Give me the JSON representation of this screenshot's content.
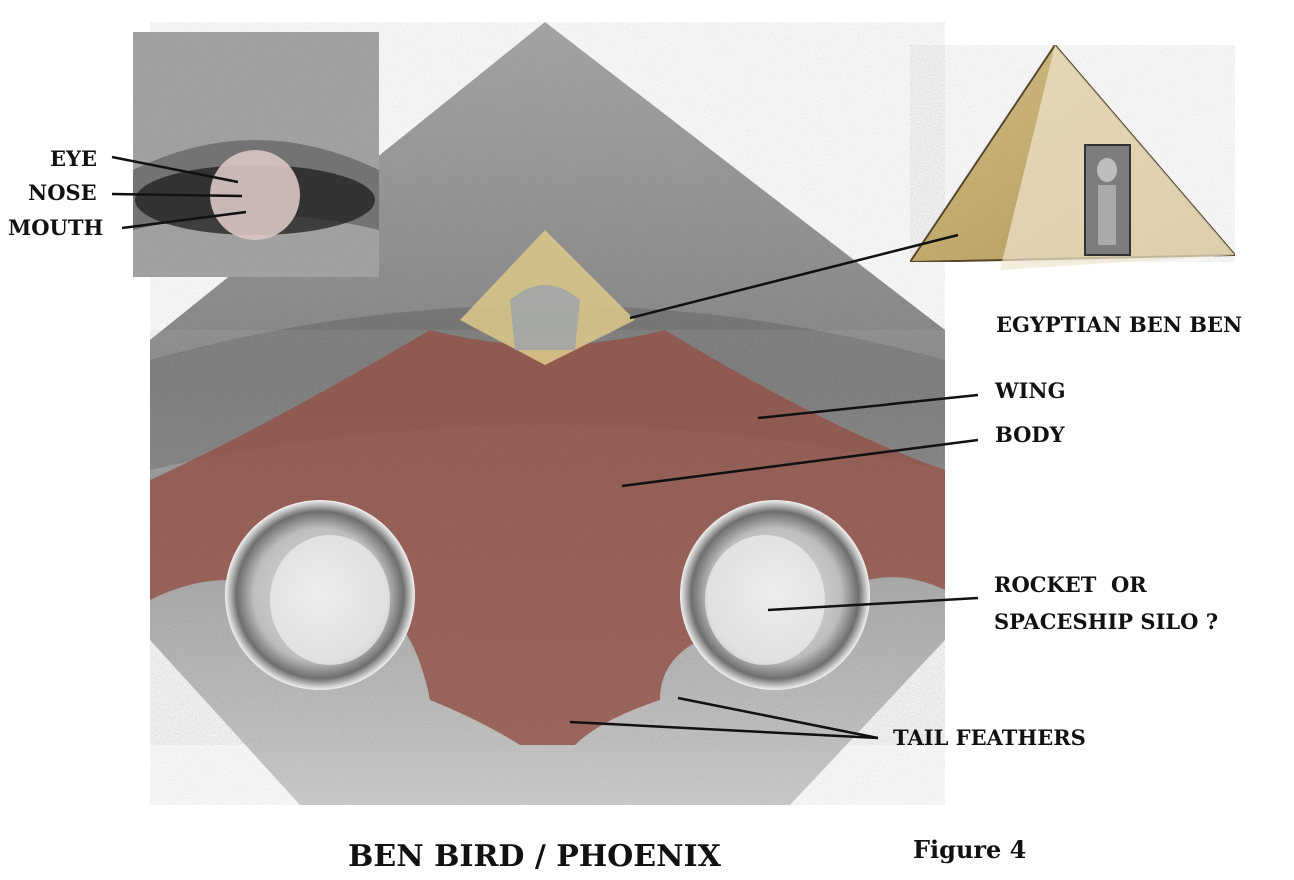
{
  "colors": {
    "background": "#ffffff",
    "moon_surface": "#9a9a9a",
    "bird_overlay": "#9a5a50",
    "benben_overlay": "#d8c48a",
    "line": "#111111"
  },
  "labels": {
    "eye": "EYE",
    "nose": "NOSE",
    "mouth": "MOUTH",
    "egyptian_ben_ben": "EGYPTIAN BEN BEN",
    "wing": "WING",
    "body": "BODY",
    "rocket_line1": "ROCKET  OR",
    "rocket_line2": "SPACESHIP SILO ?",
    "tail_feathers": "TAIL FEATHERS",
    "title": "BEN BIRD / PHOENIX",
    "figure": "Figure 4"
  }
}
